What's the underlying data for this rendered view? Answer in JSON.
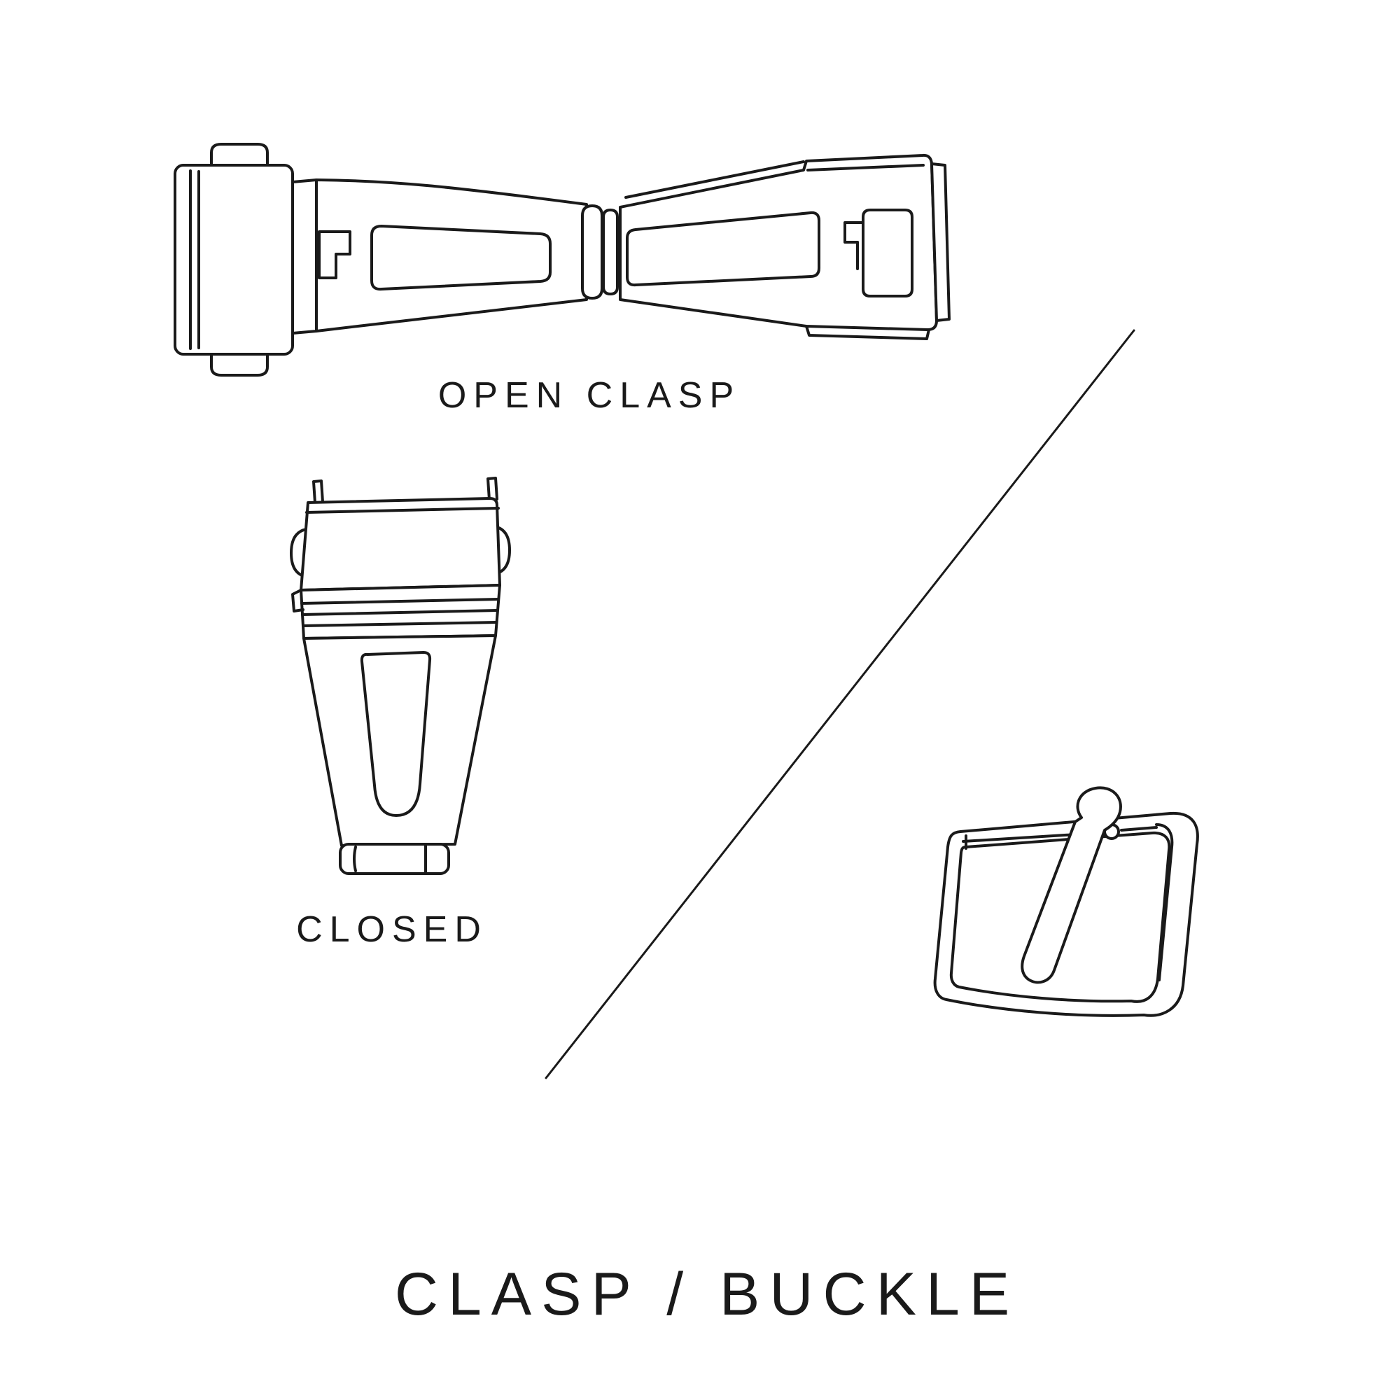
{
  "canvas": {
    "background_color": "#ffffff",
    "line_color": "#1a1a1a",
    "text_color": "#1a1a1a"
  },
  "labels": {
    "open_clasp": "OPEN CLASP",
    "closed": "CLOSED"
  },
  "title": "CLASP / BUCKLE",
  "figures": {
    "open_clasp": "open-clasp-illustration",
    "closed_clasp": "closed-clasp-illustration",
    "buckle": "buckle-illustration",
    "divider": "diagonal-divider-line"
  }
}
